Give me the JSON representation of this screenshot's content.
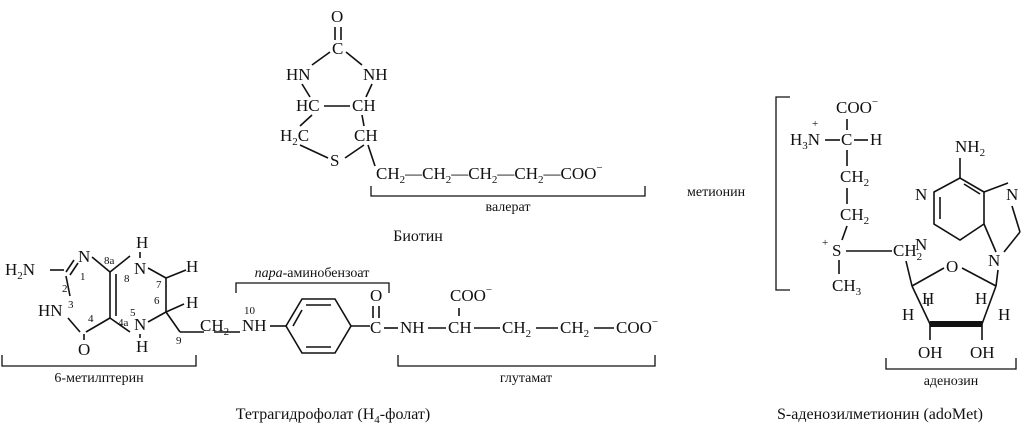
{
  "biotin": {
    "o": "O",
    "c_top": "C",
    "hn_left": "HN",
    "nh_right": "NH",
    "hc": "HC",
    "ch_mid": "CH",
    "h2c": "H",
    "h2c_sub": "2",
    "h2c_c": "C",
    "s": "S",
    "ch_low": "CH",
    "chain": "CH",
    "chain_sub": "2",
    "dash": "—",
    "coo": "COO",
    "minus": "−",
    "valerate_label": "валерат",
    "caption": "Биотин"
  },
  "folate": {
    "h2n": "H",
    "h2n_sub": "2",
    "h2n_n": "N",
    "n1": "N",
    "hn3": "HN",
    "o4": "O",
    "n5": "N",
    "n8": "N",
    "h_n8": "H",
    "h_n5": "H",
    "h7": "H",
    "h6": "H",
    "nh10": "NH",
    "nh_amide": "NH",
    "o_amide": "O",
    "c_amide": "C",
    "coo": "COO",
    "minus": "−",
    "ch": "CH",
    "ch2": "CH",
    "sub2": "2",
    "num_1": "1",
    "num_2": "2",
    "num_3": "3",
    "num_4": "4",
    "num_4a": "4a",
    "num_5": "5",
    "num_6": "6",
    "num_7": "7",
    "num_8": "8",
    "num_8a": "8a",
    "num_9": "9",
    "num_10": "10",
    "label_pterin": "6-метилптерин",
    "label_paba_italic": "пара",
    "label_paba_rest": "-аминобензоат",
    "label_glutamate": "глутамат",
    "caption_pre": "Тетрагидрофолат (H",
    "caption_sub": "4",
    "caption_post": "-фолат)"
  },
  "adomet": {
    "methionine_label": "метионин",
    "coo": "COO",
    "minus": "−",
    "h3n": "H",
    "h3n_sub": "3",
    "h3n_n": "N",
    "plus": "+",
    "c": "C",
    "h": "H",
    "ch2": "CH",
    "sub2": "2",
    "s": "S",
    "ch3": "CH",
    "sub3": "3",
    "nh2": "NH",
    "n": "N",
    "o": "O",
    "oh": "OH",
    "adenosine_label": "аденозин",
    "caption": "S-аденозилметионин (adoMet)"
  }
}
